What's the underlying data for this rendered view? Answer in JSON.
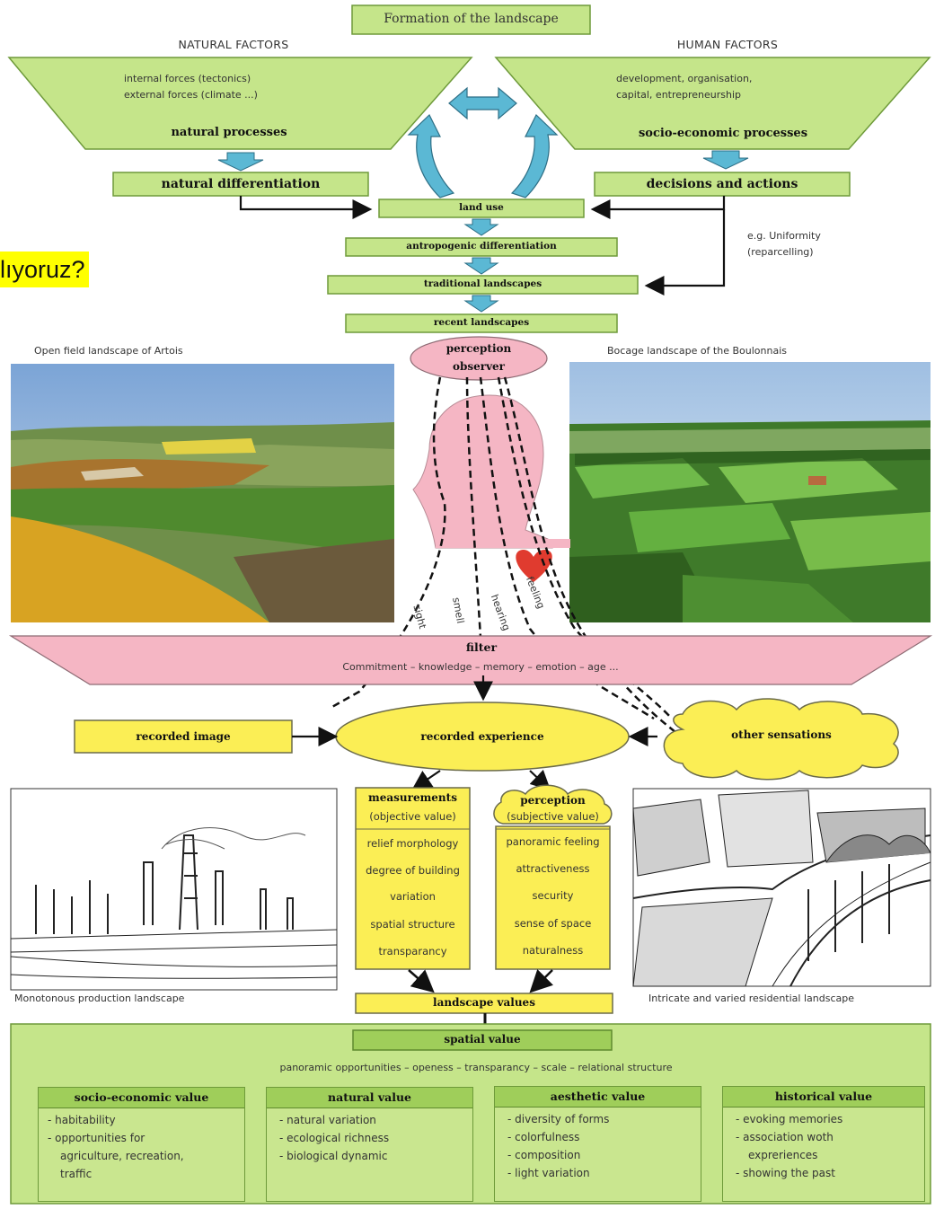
{
  "title": "Formation of the landscape",
  "natural_factors": {
    "heading": "NATURAL FACTORS",
    "lines": [
      "internal forces (tectonics)",
      "external forces (climate ...)"
    ],
    "process": "natural processes",
    "differentiation": "natural differentiation"
  },
  "human_factors": {
    "heading": "HUMAN FACTORS",
    "lines": [
      "development, organisation,",
      "capital, entrepreneurship"
    ],
    "process": "socio-economic processes",
    "decisions": "decisions and actions"
  },
  "overlay_text": "lıyoruz?",
  "chain": [
    "land use",
    "antropogenic differentiation",
    "traditional landscapes",
    "recent landscapes"
  ],
  "uniformity_note": [
    "e.g. Uniformity",
    "(reparcelling)"
  ],
  "photos": {
    "left_caption": "Open field landscape of Artois",
    "right_caption": "Bocage landscape of the Boulonnais"
  },
  "perception_observer": [
    "perception",
    "observer"
  ],
  "senses": [
    "sight",
    "smell",
    "hearing",
    "feeling"
  ],
  "filter": {
    "title": "filter",
    "subtitle": "Commitment – knowledge – memory – emotion – age ..."
  },
  "recorded_image": "recorded image",
  "recorded_experience": "recorded experience",
  "other_sensations": "other sensations",
  "measurements": {
    "title": "measurements",
    "subtitle": "(objective value)",
    "items": [
      "relief morphology",
      "degree of building",
      "variation",
      "spatial structure",
      "transparancy"
    ]
  },
  "perception_col": {
    "title": "perception",
    "subtitle": "(subjective value)",
    "items": [
      "panoramic feeling",
      "attractiveness",
      "security",
      "sense of space",
      "naturalness"
    ]
  },
  "sketch_captions": {
    "left": "Monotonous production landscape",
    "right": "Intricate and varied residential landscape"
  },
  "landscape_values": "landscape values",
  "spatial_value": "spatial value",
  "spatial_line": "panoramic opportunities – openess – transparancy – scale – relational structure",
  "values": [
    {
      "title": "socio-economic value",
      "items": [
        "- habitability",
        "- opportunities for",
        "  agriculture, recreation,",
        "  traffic"
      ]
    },
    {
      "title": "natural value",
      "items": [
        "- natural variation",
        "- ecological richness",
        "- biological dynamic"
      ]
    },
    {
      "title": "aesthetic value",
      "items": [
        "- diversity of forms",
        "- colorfulness",
        "- composition",
        "- light variation"
      ]
    },
    {
      "title": "historical value",
      "items": [
        "- evoking memories",
        "- association woth",
        "  expreriences",
        "- showing the past"
      ]
    }
  ],
  "colors": {
    "green_box": "#c5e58a",
    "green_border": "#6e9a3a",
    "blue_arrow": "#5bb8d4",
    "pink": "#f5b6c4",
    "yellow": "#fbee55",
    "highlight": "#ffff00"
  }
}
